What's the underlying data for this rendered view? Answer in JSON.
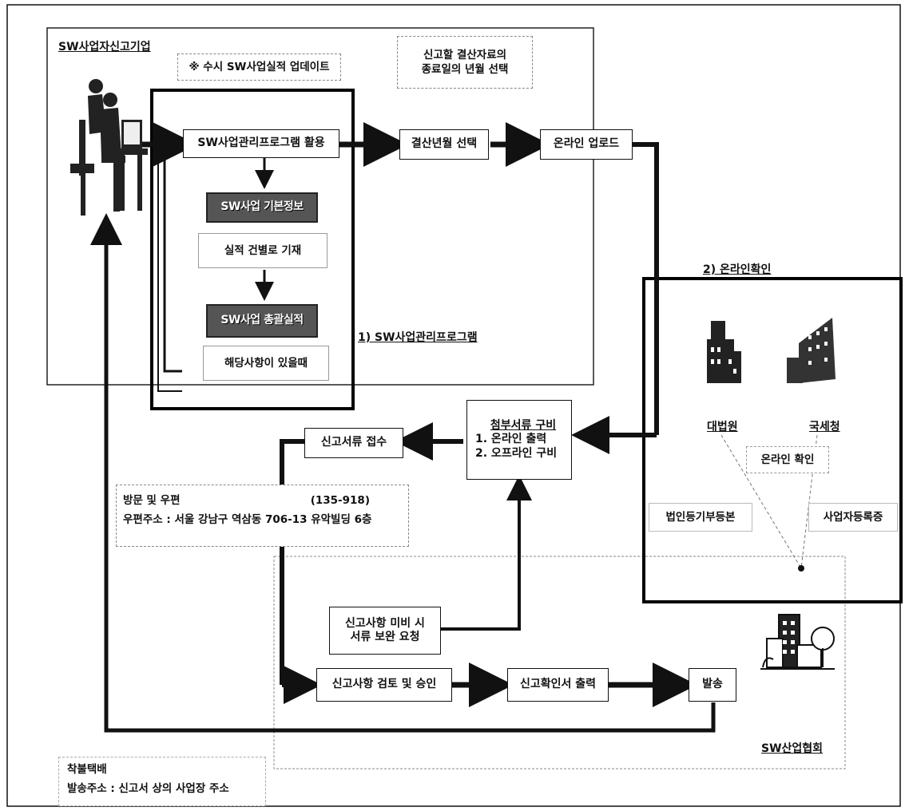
{
  "regions": {
    "company_title": "SW사업자신고기업",
    "program_title": "1) SW사업관리프로그램",
    "online_check_title": "2) 온라인확인",
    "association_title": "SW산업협회"
  },
  "notes": {
    "update_note": "※ 수시 SW사업실적 업데이트",
    "select_note_line1": "신고할 결산자료의",
    "select_note_line2": "종료일의 년월 선택"
  },
  "program_steps": {
    "use_program": "SW사업관리프로그램 활용",
    "step_dark1": "SW사업 기본정보",
    "record_each": "실적 건별로 기재",
    "step_dark2": "SW사업 총괄실적",
    "if_applicable": "해당사항이 있을때"
  },
  "flow": {
    "select_period": "결산년월 선택",
    "online_upload": "온라인 업로드",
    "attach_title": "첨부서류 구비",
    "attach_item1": "1. 온라인 출력",
    "attach_item2": "2. 오프라인 구비",
    "receive_docs": "신고서류 접수",
    "supplement_line1": "신고사항 미비 시",
    "supplement_line2": "서류 보완 요청",
    "review": "신고사항 검토 및 승인",
    "print_cert": "신고확인서 출력",
    "dispatch": "발송"
  },
  "agencies": {
    "court": "대법원",
    "tax_office": "국세청",
    "online_confirm": "온라인 확인",
    "corp_registry": "법인등기부등본",
    "business_reg": "사업자등록증"
  },
  "mail_info": {
    "line1_left": "방문 및 우편",
    "line1_right": "(135-918)",
    "line2": "우편주소 : 서울 강남구 역삼동 706-13 유악빌딩 6층"
  },
  "send_info": {
    "line1": "착불택배",
    "line2": "발송주소 : 신고서 상의 사업장 주소"
  }
}
